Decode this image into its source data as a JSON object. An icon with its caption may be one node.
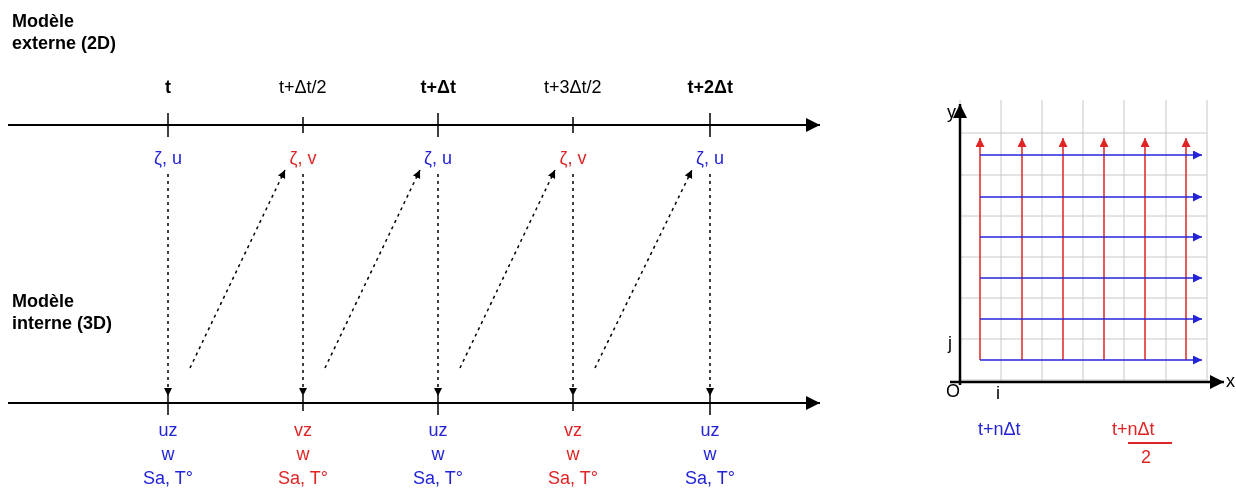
{
  "diagram": {
    "nodes": [
      {
        "text": [
          "ζ, u"
        ]
      },
      {
        "text": [
          "ζ, v"
        ]
      },
      {
        "text": [
          "ζ, u"
        ]
      },
      {
        "text": [
          "ζ, v"
        ]
      },
      {
        "text": [
          "ζ, u"
        ]
      },
      {
        "text": [
          "uz",
          "w",
          "Sa, T°"
        ]
      },
      {
        "text": [
          "vz",
          "w",
          "Sa, T°"
        ]
      },
      {
        "text": [
          "uz",
          "w",
          "Sa, T°"
        ]
      },
      {
        "text": [
          "vz",
          "w",
          "Sa, T°"
        ]
      },
      {
        "text": [
          "uz",
          "w",
          "Sa, T°"
        ]
      }
    ],
    "edges": [
      {
        "from": 0,
        "to": 5,
        "arrow": "to",
        "style": "dashed"
      },
      {
        "from": 5,
        "to": 1,
        "arrow": "to",
        "style": "dashed"
      },
      {
        "from": 1,
        "to": 6,
        "arrow": "to",
        "style": "dashed"
      },
      {
        "from": 6,
        "to": 2,
        "arrow": "to",
        "style": "dashed"
      },
      {
        "from": 2,
        "to": 7,
        "arrow": "to",
        "style": "dashed"
      },
      {
        "from": 7,
        "to": 3,
        "arrow": "to",
        "style": "dashed"
      },
      {
        "from": 3,
        "to": 8,
        "arrow": "to",
        "style": "dashed"
      },
      {
        "from": 8,
        "to": 4,
        "arrow": "to",
        "style": "dashed"
      },
      {
        "from": 4,
        "to": 9,
        "arrow": "to",
        "style": "dashed"
      }
    ],
    "labels": [
      "Modèle externe (2D)",
      "t",
      "t+Δt/2",
      "t+Δt",
      "t+3Δt/2",
      "t+2Δt",
      "Modèle interne (3D)",
      "y",
      "j",
      "O",
      "i",
      "x",
      "t+nΔt",
      "t+nΔt",
      "2"
    ]
  }
}
